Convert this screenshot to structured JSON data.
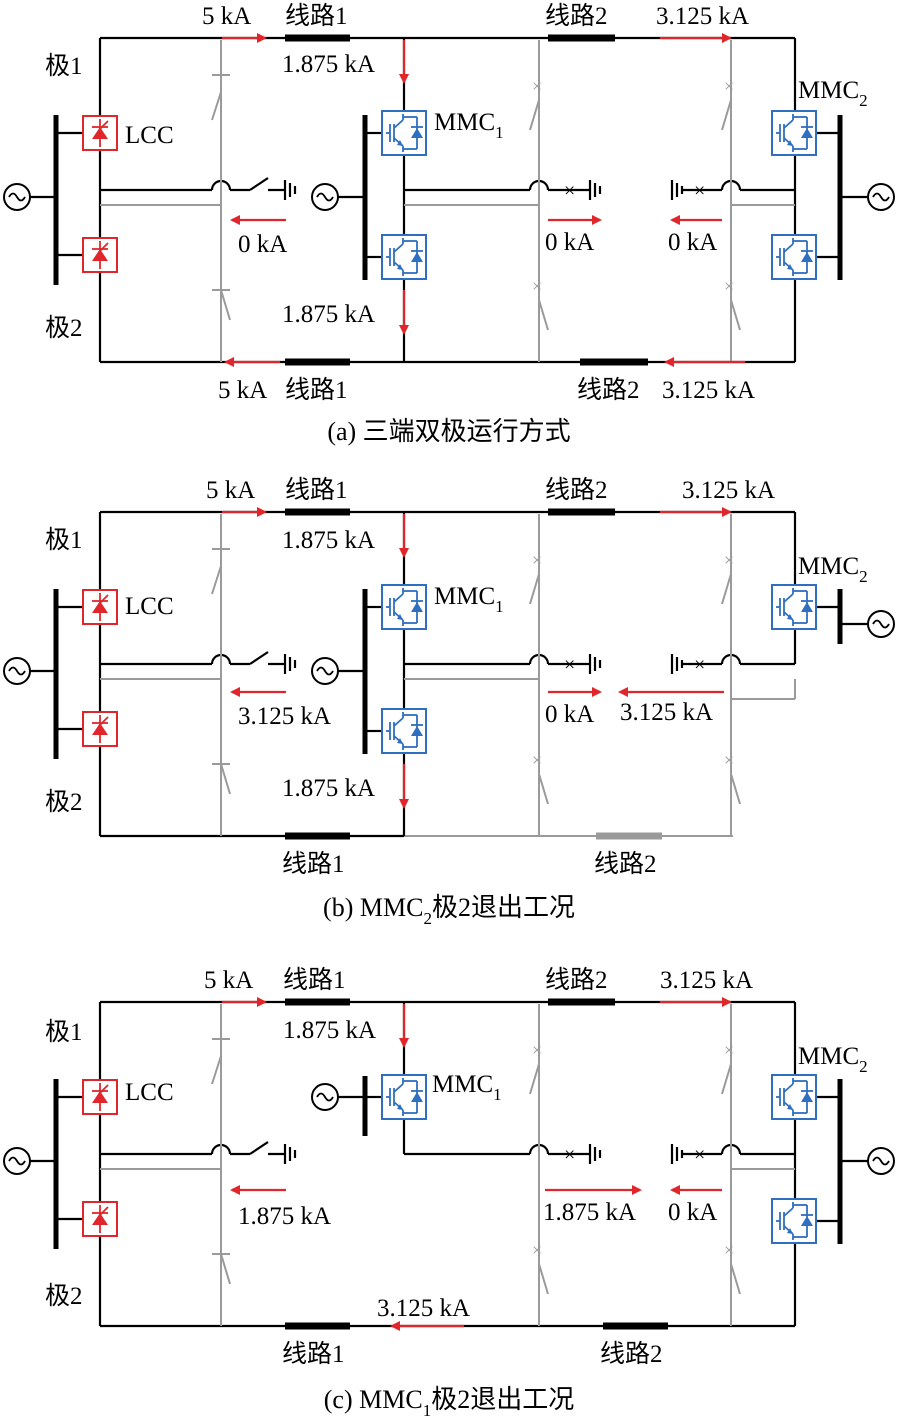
{
  "panels": [
    {
      "caption": "(a) 三端双极运行方式",
      "pole1": "极1",
      "pole2": "极2",
      "lcc": "LCC",
      "mmc1": "MMC",
      "mmc1_sub": "1",
      "mmc2": "MMC",
      "mmc2_sub": "2",
      "top_line1": "线路1",
      "top_line2": "线路2",
      "bot_line1": "线路1",
      "bot_line2": "线路2",
      "i_top_left": "5 kA",
      "i_top_right": "3.125 kA",
      "i_mmc1_top": "1.875 kA",
      "i_mmc1_bot": "1.875 kA",
      "i_gnd_left": "0 kA",
      "i_gnd_mid": "0 kA",
      "i_gnd_right": "0 kA",
      "i_bot_left": "5 kA",
      "i_bot_right": "3.125 kA"
    },
    {
      "caption_pre": "(b) MMC",
      "caption_sub": "2",
      "caption_post": "极2退出工况",
      "pole1": "极1",
      "pole2": "极2",
      "lcc": "LCC",
      "mmc1": "MMC",
      "mmc1_sub": "1",
      "mmc2": "MMC",
      "mmc2_sub": "2",
      "top_line1": "线路1",
      "top_line2": "线路2",
      "bot_line1": "线路1",
      "bot_line2": "线路2",
      "i_top_left": "5 kA",
      "i_top_right": "3.125 kA",
      "i_mmc1_top": "1.875 kA",
      "i_mmc1_bot": "1.875 kA",
      "i_gnd_left": "3.125 kA",
      "i_gnd_mid": "0 kA",
      "i_gnd_right": "3.125 kA"
    },
    {
      "caption_pre": "(c) MMC",
      "caption_sub": "1",
      "caption_post": "极2退出工况",
      "pole1": "极1",
      "pole2": "极2",
      "lcc": "LCC",
      "mmc1": "MMC",
      "mmc1_sub": "1",
      "mmc2": "MMC",
      "mmc2_sub": "2",
      "top_line1": "线路1",
      "top_line2": "线路2",
      "bot_line1": "线路1",
      "bot_line2": "线路2",
      "i_top_left": "5 kA",
      "i_top_right": "3.125 kA",
      "i_mmc1_top": "1.875 kA",
      "i_gnd_left": "1.875 kA",
      "i_gnd_mid": "1.875 kA",
      "i_gnd_right": "0 kA",
      "i_bot_mid": "3.125 kA"
    }
  ],
  "colors": {
    "current_arrow": "#e0262b",
    "mmc": "#2e6fc0",
    "lcc": "#e0262b",
    "out_of_service": "#9a9a9a"
  }
}
